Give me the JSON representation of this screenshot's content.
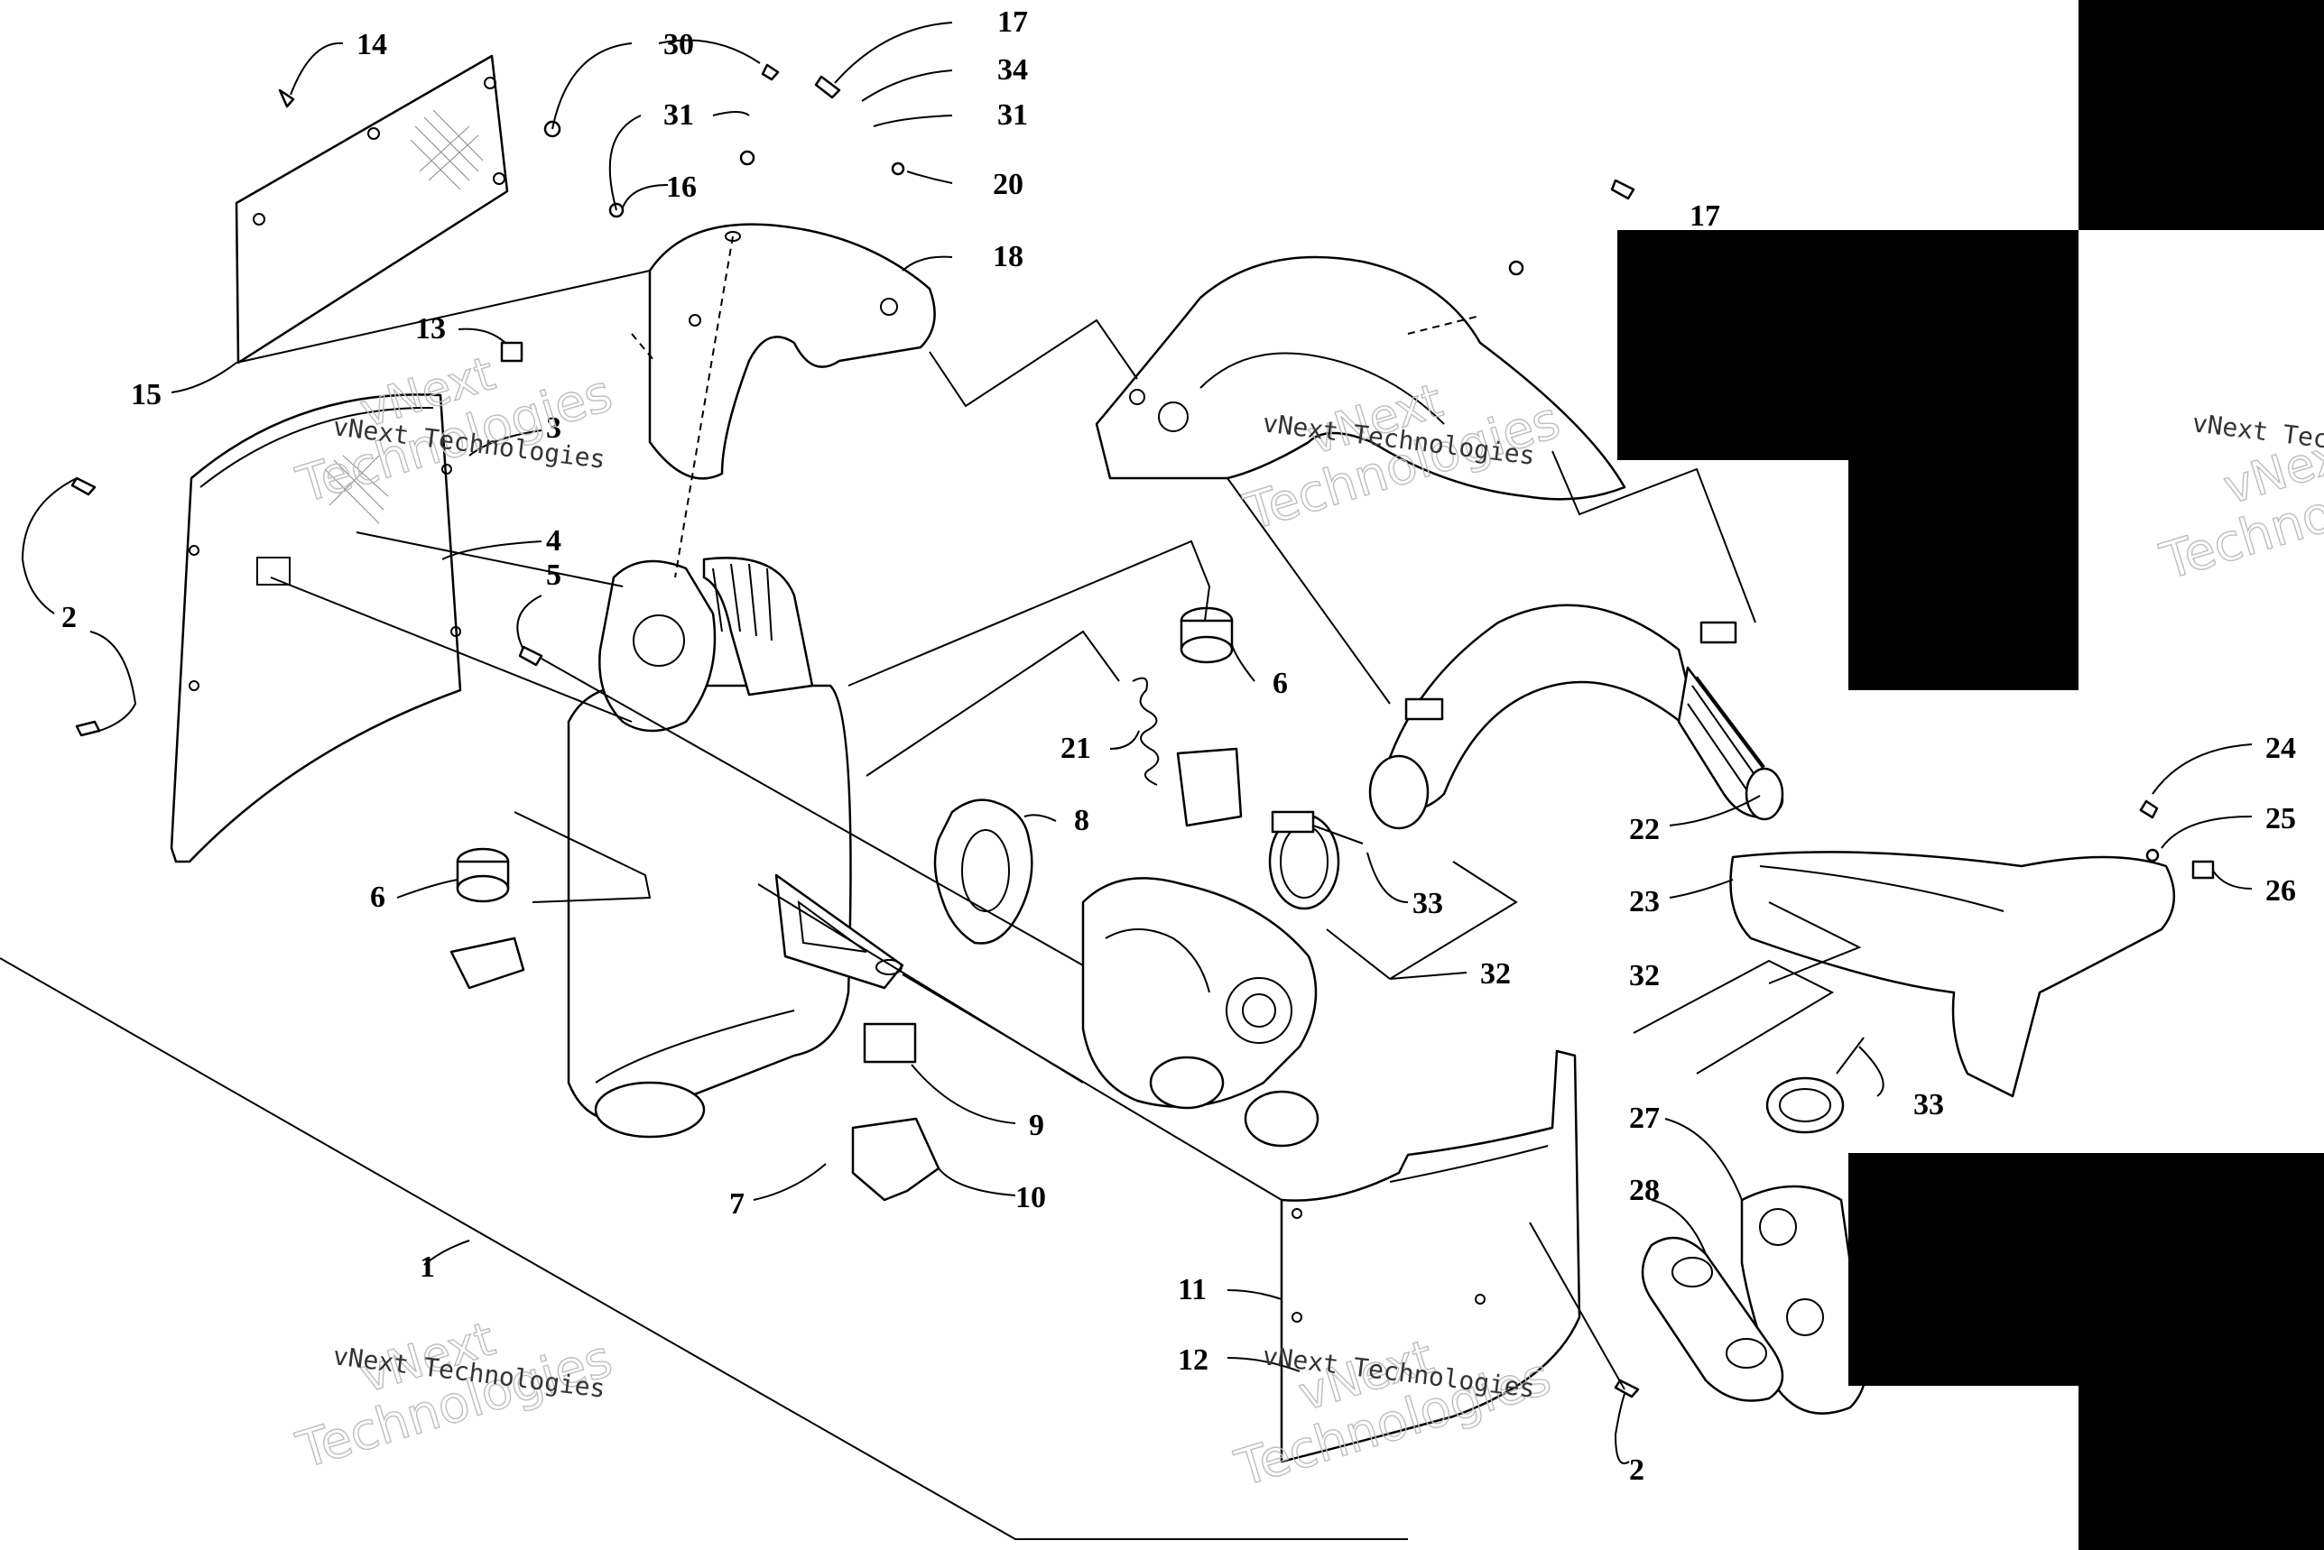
{
  "watermark": {
    "line1": "vNext",
    "line2": "Technologies",
    "caption": "vNext Technologies"
  },
  "callouts": [
    {
      "id": "c1",
      "label": "1"
    },
    {
      "id": "c2a",
      "label": "2"
    },
    {
      "id": "c2b",
      "label": "2"
    },
    {
      "id": "c3",
      "label": "3"
    },
    {
      "id": "c4",
      "label": "4"
    },
    {
      "id": "c5",
      "label": "5"
    },
    {
      "id": "c6a",
      "label": "6"
    },
    {
      "id": "c6b",
      "label": "6"
    },
    {
      "id": "c7",
      "label": "7"
    },
    {
      "id": "c8",
      "label": "8"
    },
    {
      "id": "c9",
      "label": "9"
    },
    {
      "id": "c10",
      "label": "10"
    },
    {
      "id": "c11",
      "label": "11"
    },
    {
      "id": "c12",
      "label": "12"
    },
    {
      "id": "c13",
      "label": "13"
    },
    {
      "id": "c14",
      "label": "14"
    },
    {
      "id": "c15",
      "label": "15"
    },
    {
      "id": "c16",
      "label": "16"
    },
    {
      "id": "c17a",
      "label": "17"
    },
    {
      "id": "c17b",
      "label": "17"
    },
    {
      "id": "c18",
      "label": "18"
    },
    {
      "id": "c20",
      "label": "20"
    },
    {
      "id": "c21",
      "label": "21"
    },
    {
      "id": "c22",
      "label": "22"
    },
    {
      "id": "c23",
      "label": "23"
    },
    {
      "id": "c24",
      "label": "24"
    },
    {
      "id": "c25",
      "label": "25"
    },
    {
      "id": "c26",
      "label": "26"
    },
    {
      "id": "c27",
      "label": "27"
    },
    {
      "id": "c28",
      "label": "28"
    },
    {
      "id": "c30",
      "label": "30"
    },
    {
      "id": "c31a",
      "label": "31"
    },
    {
      "id": "c31b",
      "label": "31"
    },
    {
      "id": "c32a",
      "label": "32"
    },
    {
      "id": "c32b",
      "label": "32"
    },
    {
      "id": "c33a",
      "label": "33"
    },
    {
      "id": "c33b",
      "label": "33"
    },
    {
      "id": "c34",
      "label": "34"
    }
  ]
}
